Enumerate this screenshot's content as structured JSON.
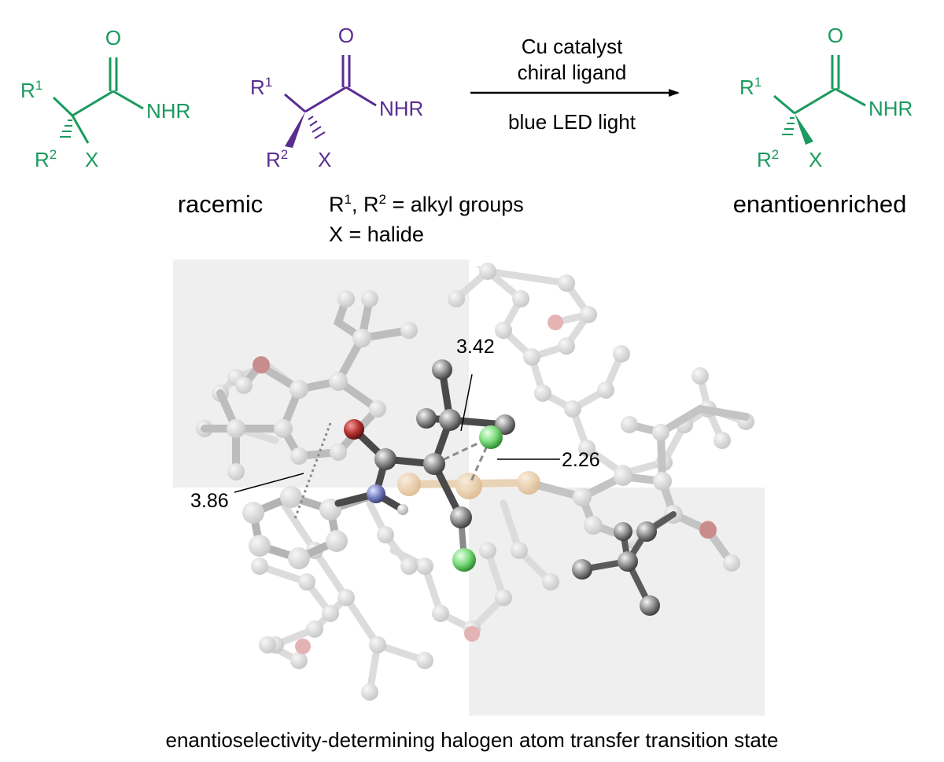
{
  "colors": {
    "racemic": "#1a9a5f",
    "reactant": "#5a2d91",
    "product": "#1a9a5f",
    "text": "#000000",
    "atom_carbon": "#8a8a8a",
    "atom_oxygen": "#b83232",
    "atom_nitrogen": "#7b84c6",
    "atom_halogen": "#7ddc7d",
    "atom_copper": "#e8c49a",
    "ghost": "#d6d6d6",
    "panel": "#efefef"
  },
  "scheme": {
    "racemic_mol": {
      "O": "O",
      "NHR": "NHR",
      "R1": "R",
      "R1_sup": "1",
      "R2": "R",
      "R2_sup": "2",
      "X": "X"
    },
    "reactant_mol": {
      "O": "O",
      "NHR": "NHR",
      "R1": "R",
      "R1_sup": "1",
      "R2": "R",
      "R2_sup": "2",
      "X": "X"
    },
    "product_mol": {
      "O": "O",
      "NHR": "NHR",
      "R1": "R",
      "R1_sup": "1",
      "R2": "R",
      "R2_sup": "2",
      "X": "X"
    },
    "conditions": {
      "line1": "Cu catalyst",
      "line2": "chiral ligand",
      "line3": "blue LED light"
    },
    "label_racemic": "racemic",
    "label_enriched": "enantioenriched",
    "def_R": "R",
    "def_sup1": "1",
    "def_comma": ", R",
    "def_sup2": "2",
    "def_rest": " = alkyl groups",
    "def_X": "X = halide"
  },
  "ts": {
    "dist_1": "3.42",
    "dist_2": "2.26",
    "dist_3": "3.86",
    "caption": "enantioselectivity-determining halogen atom transfer transition state"
  }
}
